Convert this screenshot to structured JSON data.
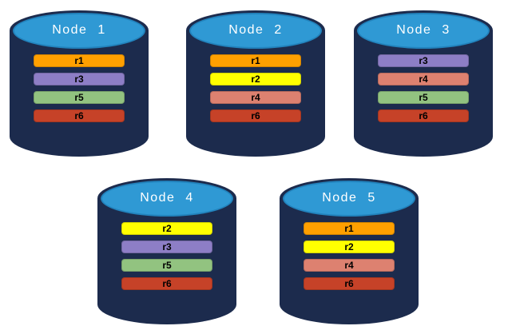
{
  "colors": {
    "canvas_bg": "#FFFFFF",
    "cylinder_body": "#1C2B4D",
    "cylinder_lid": "#2F99D4",
    "cylinder_lid_edge": "#2283BD",
    "title_text": "#FFFFFF",
    "bar_text": "#000000",
    "replicas": {
      "r1": "#FFA000",
      "r2": "#FFFF00",
      "r3": "#8D7EC6",
      "r4": "#DD8170",
      "r5": "#92C380",
      "r6": "#C64228"
    }
  },
  "nodes": [
    {
      "title": "Node 1",
      "replicas": [
        "r1",
        "r3",
        "r5",
        "r6"
      ]
    },
    {
      "title": "Node 2",
      "replicas": [
        "r1",
        "r2",
        "r4",
        "r6"
      ]
    },
    {
      "title": "Node 3",
      "replicas": [
        "r3",
        "r4",
        "r5",
        "r6"
      ]
    },
    {
      "title": "Node 4",
      "replicas": [
        "r2",
        "r3",
        "r5",
        "r6"
      ]
    },
    {
      "title": "Node 5",
      "replicas": [
        "r1",
        "r2",
        "r4",
        "r6"
      ]
    }
  ]
}
